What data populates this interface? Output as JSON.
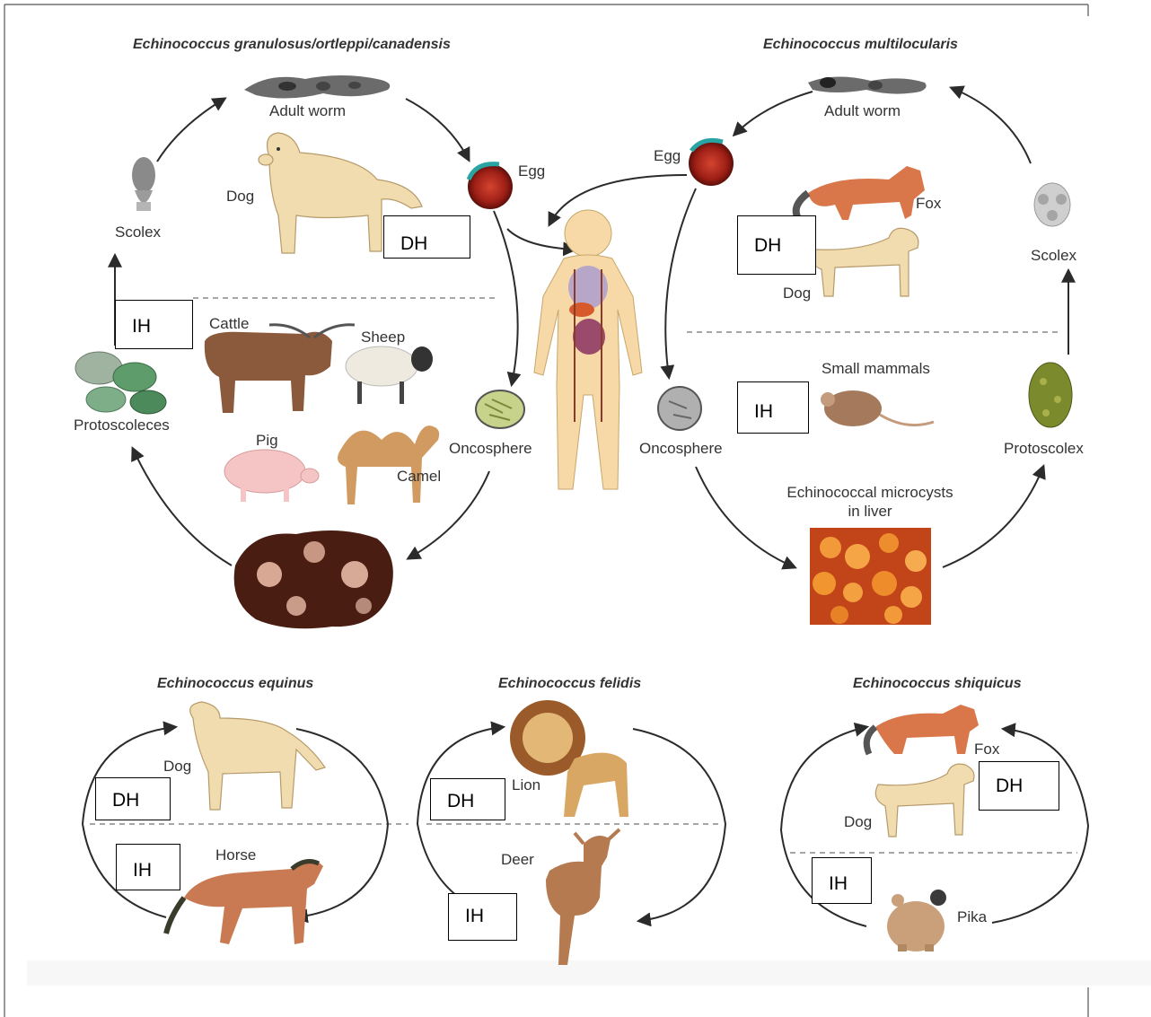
{
  "titles": {
    "granulosus": "Echinococcus granulosus/ortleppi/canadensis",
    "multilocularis": "Echinococcus multilocularis",
    "equinus": "Echinococcus equinus",
    "felidis": "Echinococcus felidis",
    "shiquicus": "Echinococcus shiquicus"
  },
  "left_cycle": {
    "adult_worm": "Adult worm",
    "egg": "Egg",
    "dog": "Dog",
    "scolex": "Scolex",
    "cattle": "Cattle",
    "sheep": "Sheep",
    "pig": "Pig",
    "camel": "Camel",
    "protoscoleces": "Protoscoleces",
    "oncosphere": "Oncosphere"
  },
  "right_cycle": {
    "adult_worm": "Adult worm",
    "egg": "Egg",
    "fox": "Fox",
    "dog": "Dog",
    "scolex": "Scolex",
    "small_mammals": "Small mammals",
    "protoscolex": "Protoscolex",
    "oncosphere": "Oncosphere",
    "microcysts_line1": "Echinococcal microcysts",
    "microcysts_line2": "in liver"
  },
  "equinus_cycle": {
    "dog": "Dog",
    "horse": "Horse"
  },
  "felidis_cycle": {
    "lion": "Lion",
    "deer": "Deer"
  },
  "shiquicus_cycle": {
    "fox": "Fox",
    "dog": "Dog",
    "pika": "Pika"
  },
  "boxes": {
    "dh": "DH",
    "ih": "IH"
  },
  "colors": {
    "dog": "#f1dcb0",
    "fox": "#d9774a",
    "horse": "#c97a52",
    "deer": "#b57a4f",
    "lion": "#d9a764",
    "egg": "#b3261e",
    "human_body": "#f6d9a6",
    "cyst_dark": "#5a2a1c",
    "microcyst": "#e36f1c"
  }
}
